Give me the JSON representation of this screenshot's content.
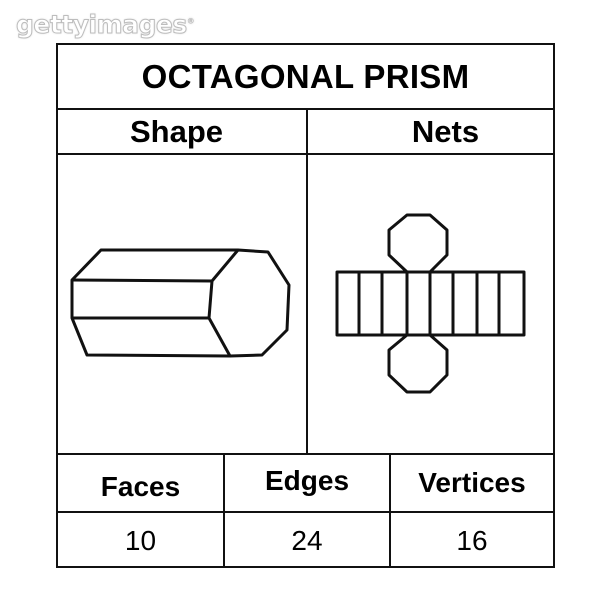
{
  "watermark": {
    "text": "gettyimages",
    "mark": "®"
  },
  "title": "OCTAGONAL PRISM",
  "columns": {
    "shape": "Shape",
    "nets": "Nets"
  },
  "properties": [
    {
      "label": "Faces",
      "value": "10"
    },
    {
      "label": "Edges",
      "value": "24"
    },
    {
      "label": "Vertices",
      "value": "16"
    }
  ],
  "colors": {
    "line": "#111111",
    "background": "#ffffff"
  }
}
